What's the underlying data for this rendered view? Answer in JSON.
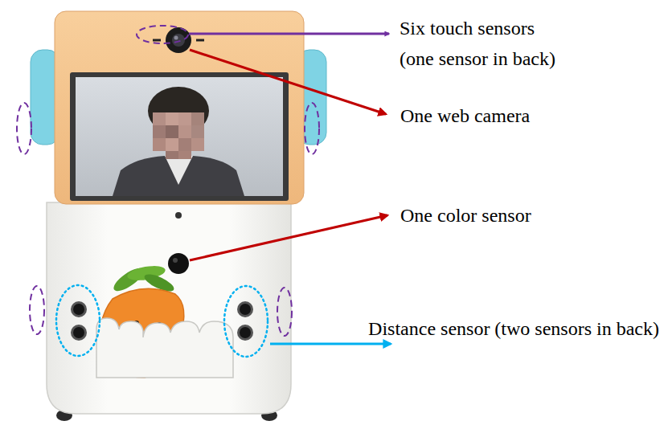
{
  "diagram": {
    "labels": [
      "Six touch sensors (one sensor in back)",
      "One web camera",
      "One color sensor",
      "Distance sensor (two sensors in back)"
    ]
  }
}
